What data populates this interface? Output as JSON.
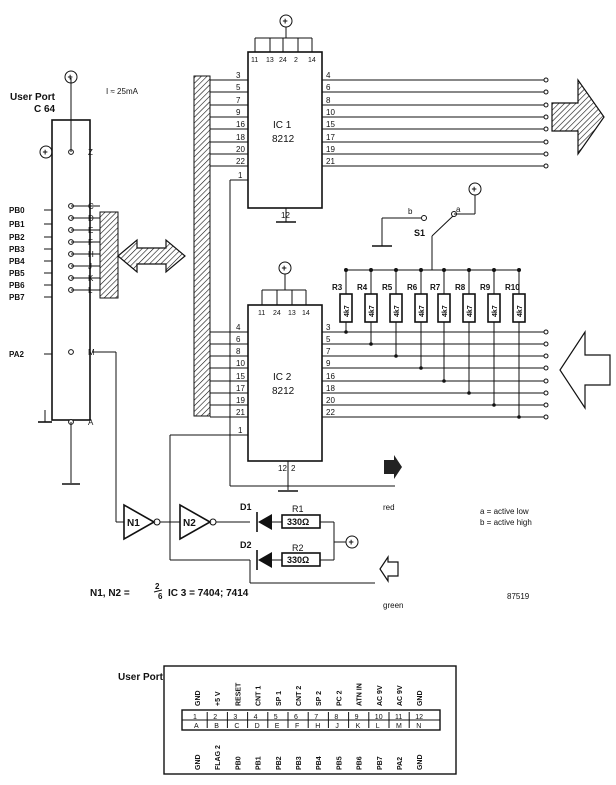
{
  "title_port": [
    "User Port",
    "C 64"
  ],
  "current": "I ≈ 25mA",
  "ic1": {
    "name": "IC 1",
    "part": "8212",
    "top_pins": [
      "11",
      "13",
      "24",
      "2",
      "14"
    ],
    "bottom_pin": "12",
    "right_pins": [
      "4",
      "6",
      "8",
      "10",
      "15",
      "17",
      "19",
      "21"
    ],
    "left_pins": [
      "3",
      "5",
      "7",
      "9",
      "16",
      "18",
      "20",
      "22"
    ],
    "pin1": "1"
  },
  "ic2": {
    "name": "IC 2",
    "part": "8212",
    "top_pins": [
      "11",
      "24",
      "13",
      "14"
    ],
    "bottom_pins": [
      "12",
      "2"
    ],
    "left_pins": [
      "4",
      "6",
      "8",
      "10",
      "15",
      "17",
      "19",
      "21"
    ],
    "right_pins": [
      "3",
      "5",
      "7",
      "9",
      "16",
      "18",
      "20",
      "22"
    ],
    "pin1": "1"
  },
  "port_left_labels": [
    "PB0",
    "PB1",
    "PB2",
    "PB3",
    "PB4",
    "PB5",
    "PB6",
    "PB7",
    "PA2"
  ],
  "port_pins": [
    "Z",
    "C",
    "D",
    "E",
    "F",
    "H",
    "J",
    "K",
    "L",
    "M",
    "A"
  ],
  "resistors": [
    "R3",
    "R4",
    "R5",
    "R6",
    "R7",
    "R8",
    "R9",
    "R10"
  ],
  "resistor_value": "4k7",
  "switch": {
    "name": "S1",
    "a": "a",
    "b": "b"
  },
  "gates": [
    "N1",
    "N2"
  ],
  "leds": [
    "D1",
    "D2"
  ],
  "led_resistors": [
    {
      "name": "R1",
      "value": "330Ω"
    },
    {
      "name": "R2",
      "value": "330Ω"
    }
  ],
  "signals": [
    "red",
    "green"
  ],
  "legend": [
    "a = active low",
    "b = active high"
  ],
  "note_prefix": "N1, N2 =",
  "note_frac": [
    "2",
    "6"
  ],
  "note_suffix": "IC 3  =  7404; 7414",
  "ref": "87519",
  "connector": {
    "title": "User Port",
    "top_labels": [
      "GND",
      "+5 V",
      "RESET",
      "CNT 1",
      "SP 1",
      "CNT 2",
      "SP 2",
      "PC 2",
      "ATN IN",
      "AC 9V",
      "AC 9V",
      "GND"
    ],
    "top_nums": [
      "1",
      "2",
      "3",
      "4",
      "5",
      "6",
      "7",
      "8",
      "9",
      "10",
      "11",
      "12"
    ],
    "bottom_letters": [
      "A",
      "B",
      "C",
      "D",
      "E",
      "F",
      "H",
      "J",
      "K",
      "L",
      "M",
      "N"
    ],
    "bottom_labels": [
      "GND",
      "FLAG 2",
      "PB0",
      "PB1",
      "PB2",
      "PB3",
      "PB4",
      "PB5",
      "PB6",
      "PB7",
      "PA2",
      "GND"
    ]
  }
}
